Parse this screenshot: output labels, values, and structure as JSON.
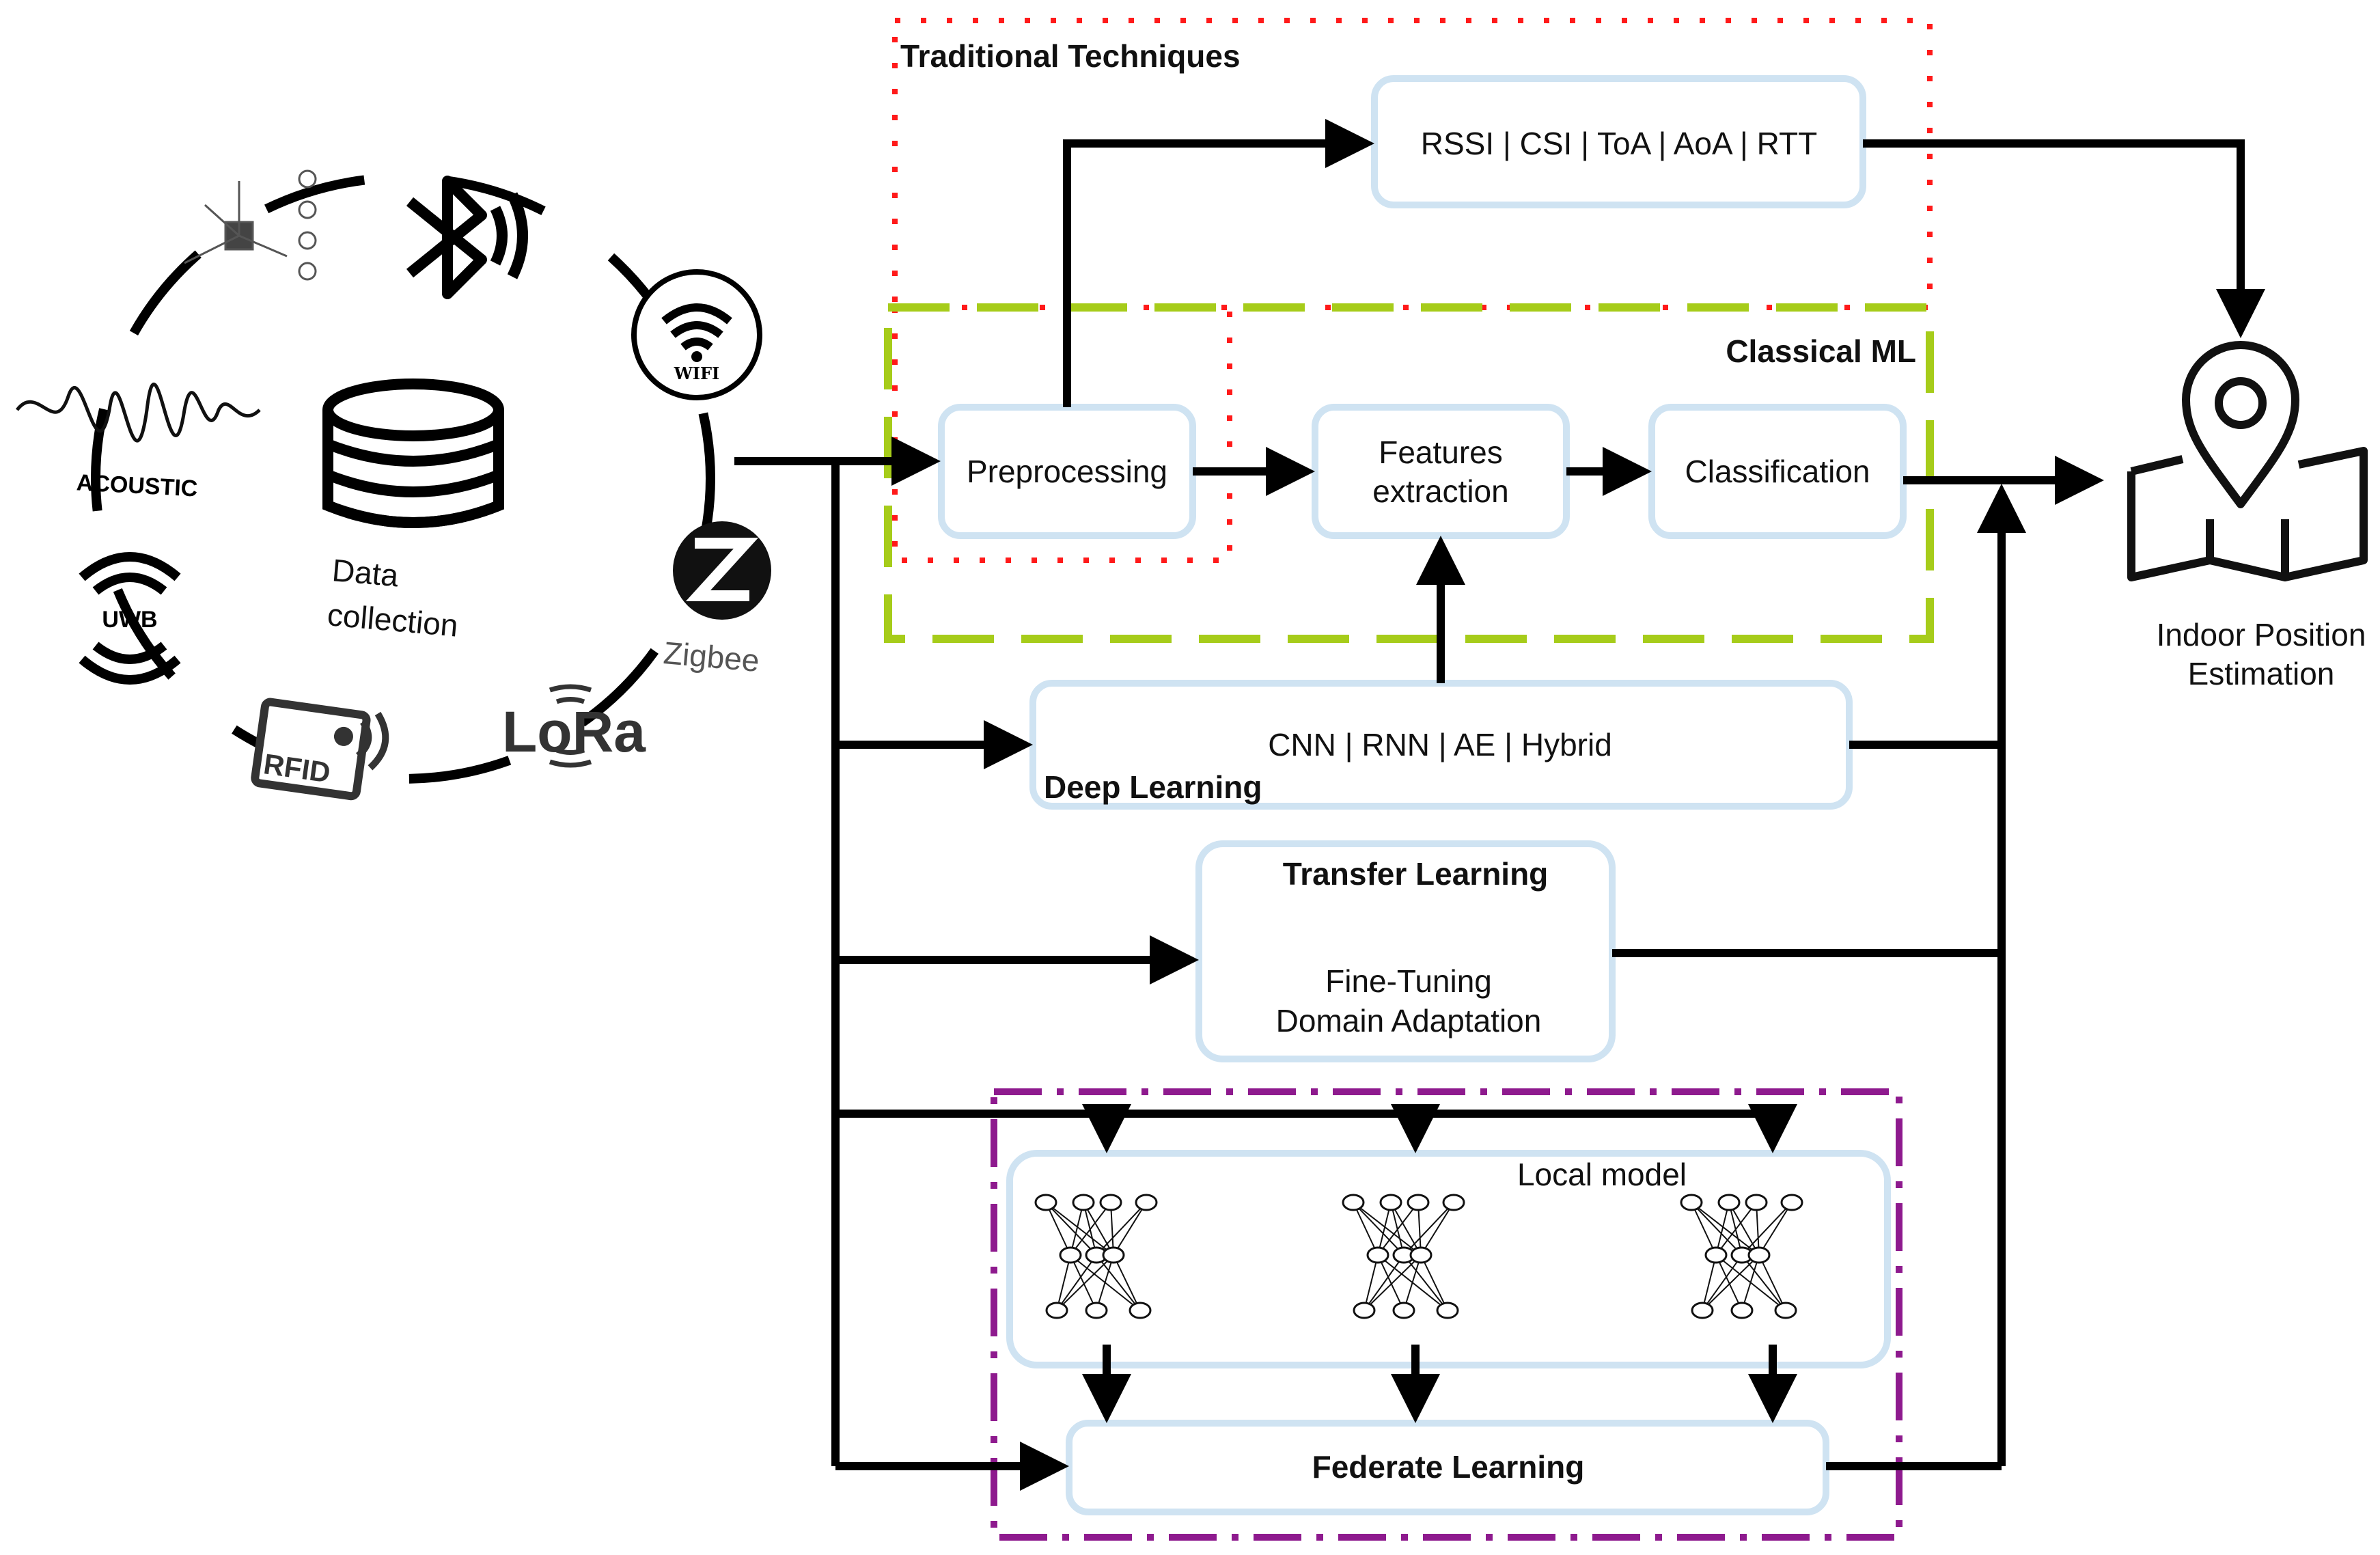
{
  "groups": {
    "traditional": "Traditional Techniques",
    "classical_ml": "Classical ML",
    "deep_learning": "Deep Learning",
    "transfer_learning": "Transfer Learning",
    "local_model": "Local model"
  },
  "boxes": {
    "traditional_methods": "RSSI | CSI | ToA | AoA | RTT",
    "preprocessing": "Preprocessing",
    "features_line1": "Features",
    "features_line2": "extraction",
    "classification": "Classification",
    "deep_learning_methods": "CNN | RNN | AE | Hybrid",
    "fine_tuning": "Fine-Tuning",
    "domain_adaptation": "Domain Adaptation",
    "federate_learning": "Federate Learning"
  },
  "data_collection": {
    "line1": "Data",
    "line2": "collection"
  },
  "technologies": {
    "wifi": "WIFI",
    "zigbee": "Zigbee",
    "lora": "LoRa",
    "rfid": "RFID",
    "uwb": "UWB",
    "acoustic": "ACOUSTIC"
  },
  "output": {
    "line1": "Indoor Position",
    "line2": "Estimation"
  },
  "colors": {
    "traditional_border": "#ff1a1a",
    "classical_border": "#a6cc1a",
    "federated_border": "#8e1a8e",
    "box_border": "#cfe3f2",
    "arrow": "#000000"
  }
}
